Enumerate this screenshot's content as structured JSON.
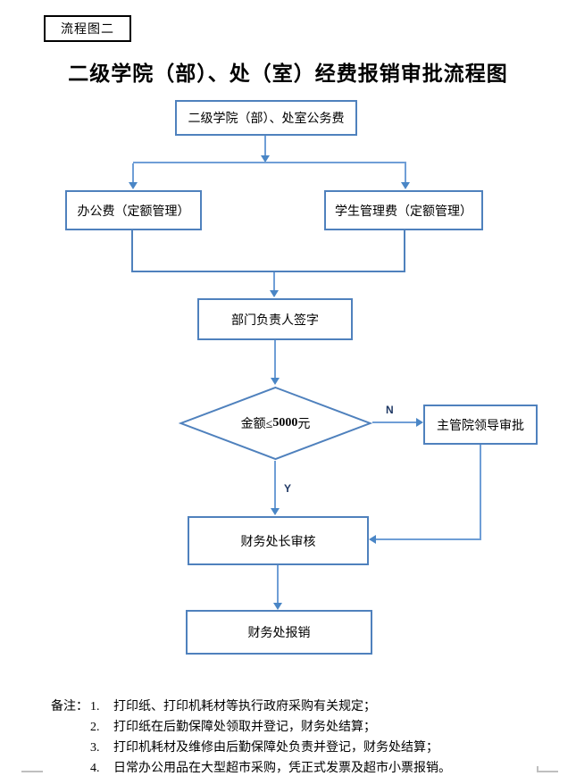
{
  "page": {
    "tag_label": "流程图二",
    "title": "二级学院（部）、处（室）经费报销审批流程图"
  },
  "flowchart": {
    "nodes": {
      "start": "二级学院（部）、处室公务费",
      "office_fee": "办公费（定额管理）",
      "student_fee": "学生管理费（定额管理）",
      "dept_sign": "部门负责人签字",
      "decision_prefix": "金额≤",
      "decision_amount": "5000",
      "decision_suffix": " 元",
      "leader_approve": "主管院领导审批",
      "finance_audit": "财务处长审核",
      "finance_reimburse": "财务处报销"
    },
    "labels": {
      "no": "N",
      "yes": "Y"
    },
    "edges": [
      {
        "from": "start",
        "to": "office_fee"
      },
      {
        "from": "start",
        "to": "student_fee"
      },
      {
        "from": "office_fee",
        "to": "dept_sign"
      },
      {
        "from": "student_fee",
        "to": "dept_sign"
      },
      {
        "from": "dept_sign",
        "to": "decision"
      },
      {
        "from": "decision",
        "to": "leader_approve",
        "label": "N"
      },
      {
        "from": "decision",
        "to": "finance_audit",
        "label": "Y"
      },
      {
        "from": "leader_approve",
        "to": "finance_audit"
      },
      {
        "from": "finance_audit",
        "to": "finance_reimburse"
      }
    ]
  },
  "notes": {
    "label": "备注：",
    "items": [
      {
        "num": "1.",
        "text": "打印纸、打印机耗材等执行政府采购有关规定；"
      },
      {
        "num": "2.",
        "text": "打印纸在后勤保障处领取并登记，财务处结算；"
      },
      {
        "num": "3.",
        "text": "打印机耗材及维修由后勤保障处负责并登记，财务处结算；"
      },
      {
        "num": "4.",
        "text": "日常办公用品在大型超市采购，凭正式发票及超市小票报销。"
      }
    ]
  },
  "colors": {
    "node_border": "#4f81bd",
    "connector": "#6f9ed6",
    "arrowhead": "#4a86c6",
    "branch_label": "#1f3864",
    "tag_border": "#000000",
    "crop_mark": "#bfbfbf"
  }
}
